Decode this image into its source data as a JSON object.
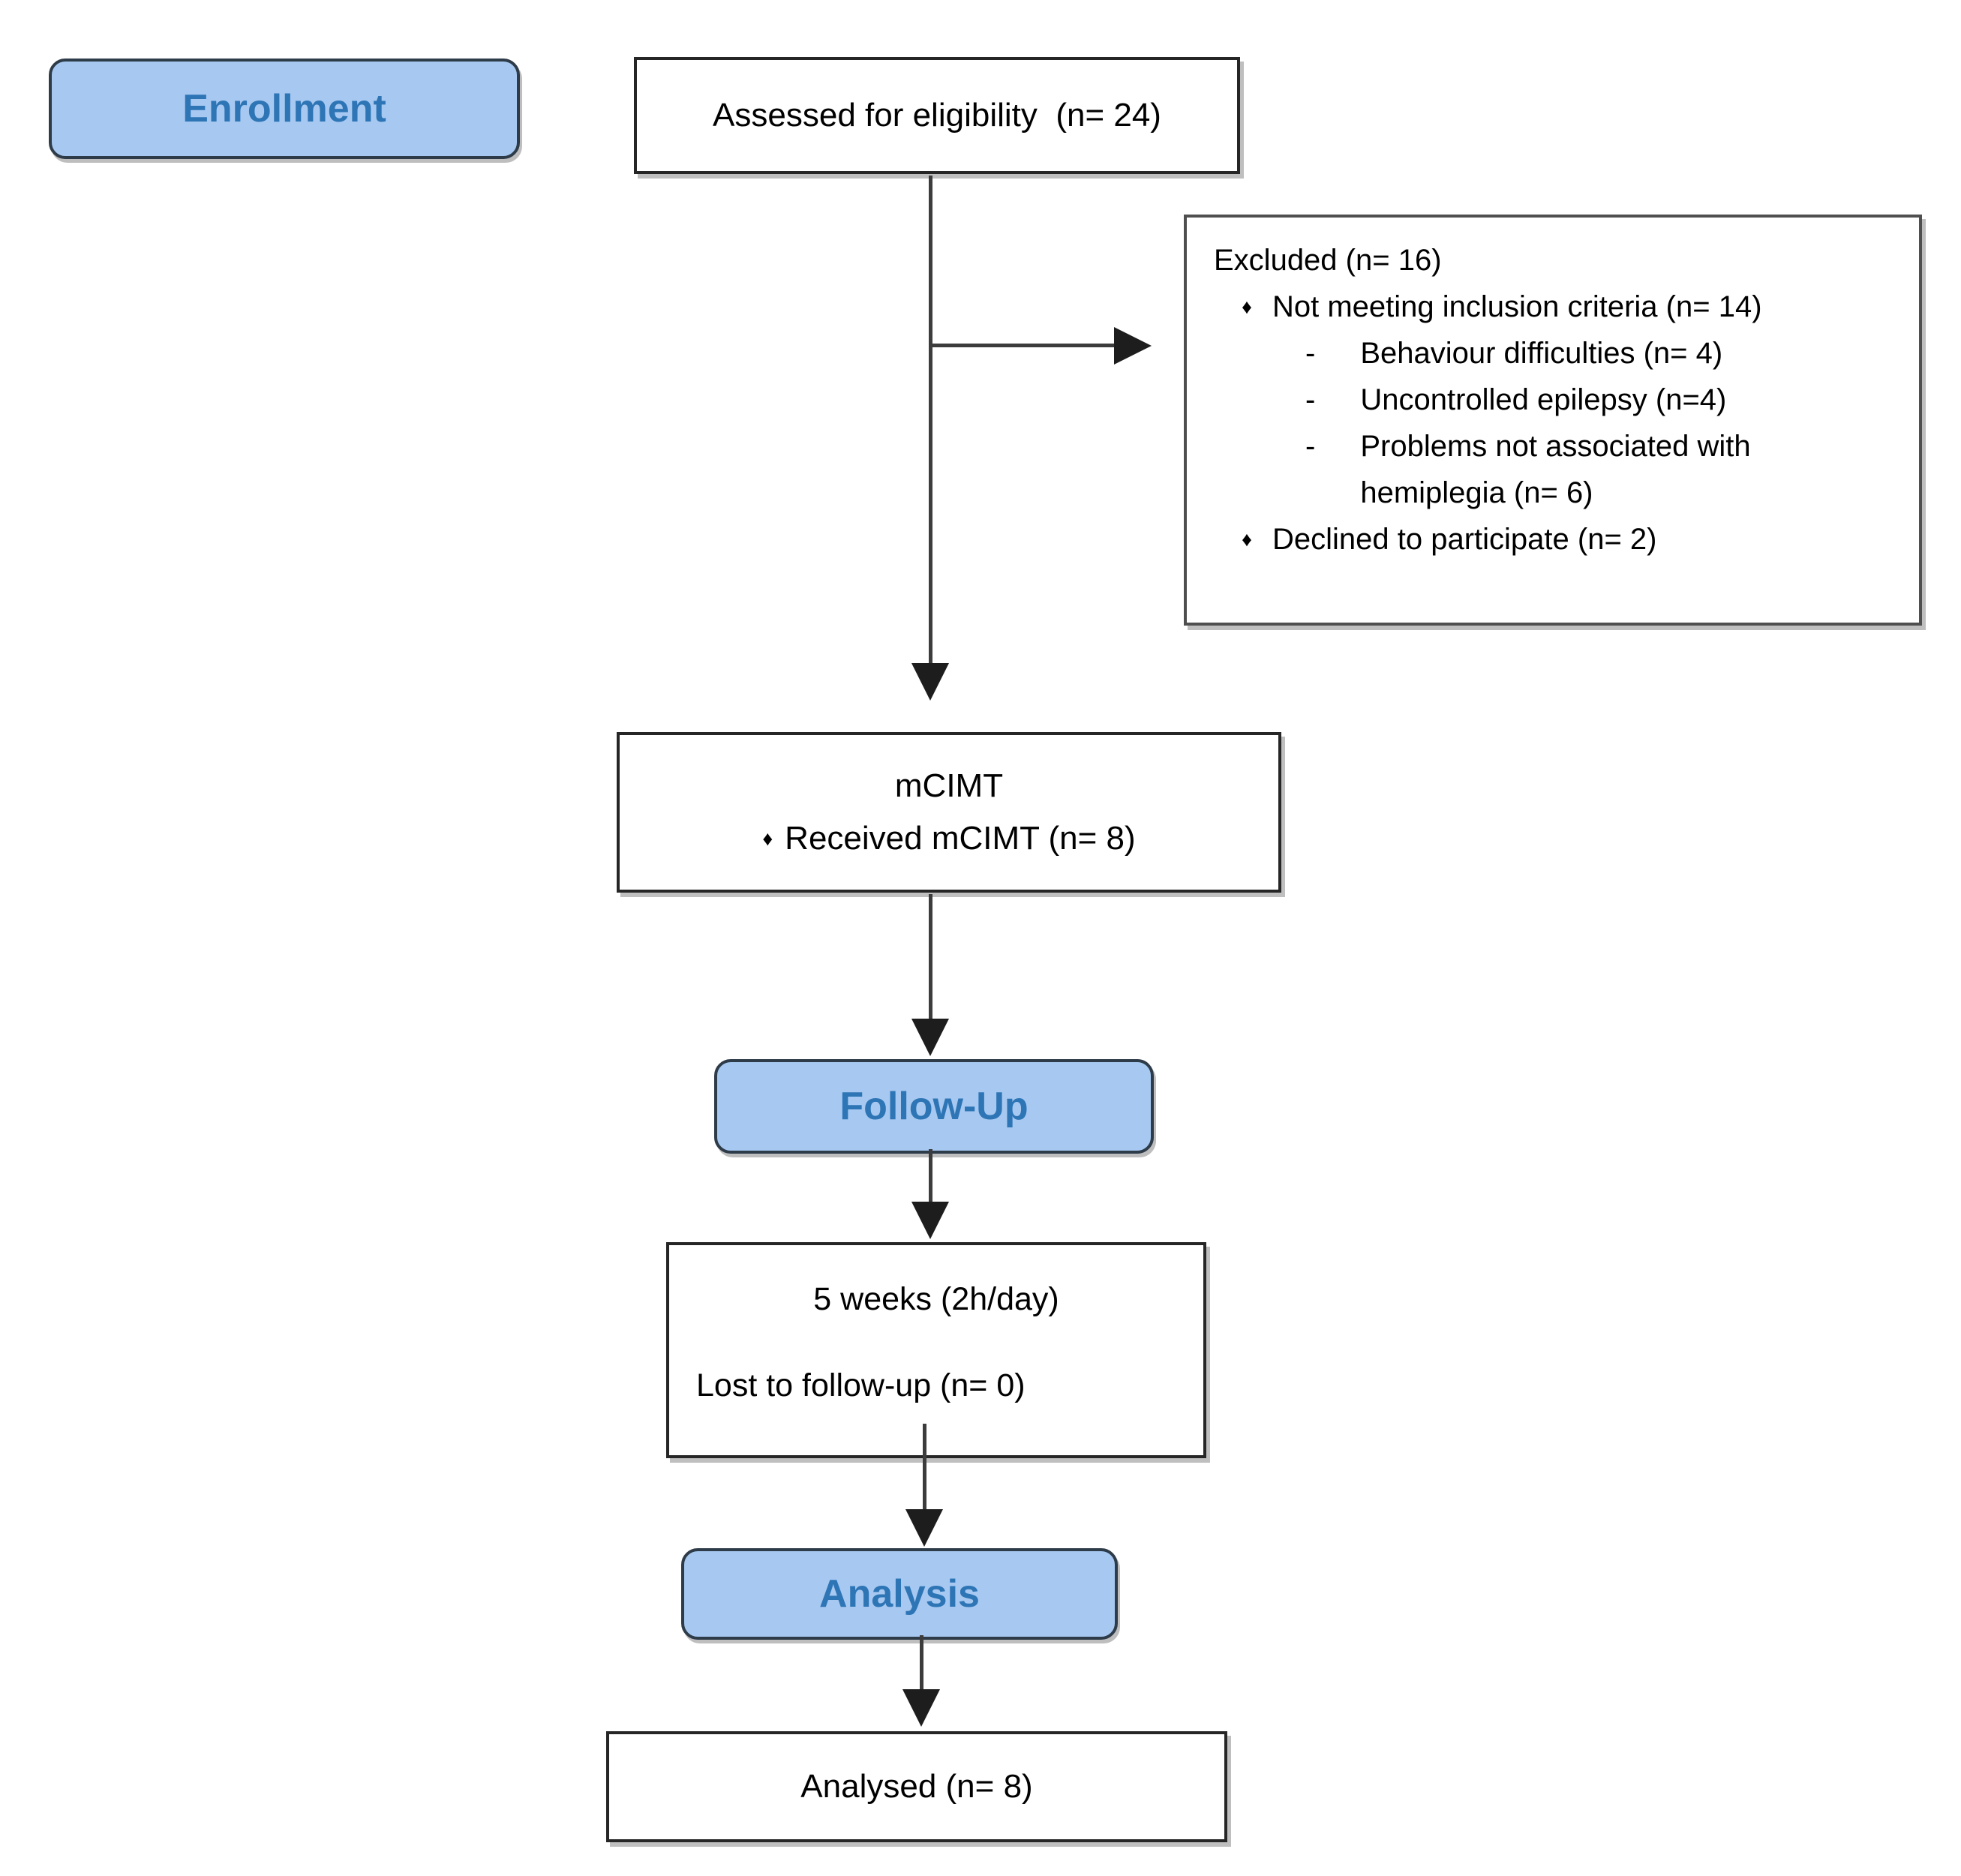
{
  "colors": {
    "background": "#ffffff",
    "phase_fill": "#a7c9f1",
    "phase_text": "#2e75b6",
    "phase_border": "#2e3b49",
    "box_border": "#262626",
    "excluded_border": "#4f4f4f",
    "arrow": "#3c3c3c",
    "arrow_head": "#1d1d1d",
    "body_text": "#000000"
  },
  "phases": {
    "enrollment": "Enrollment",
    "followup": "Follow-Up",
    "analysis": "Analysis"
  },
  "boxes": {
    "assessed": "Assessed for eligibility  (n= 24)",
    "excluded": {
      "title": "Excluded (n= 16)",
      "bullet_char": "♦",
      "dash_char": "-",
      "not_meeting": "Not meeting inclusion criteria (n= 14)",
      "sub1": "Behaviour difficulties (n= 4)",
      "sub2": "Uncontrolled epilepsy (n=4)",
      "sub3": "Problems not associated with hemiplegia (n= 6)",
      "declined": "Declined to participate (n= 2)"
    },
    "mcimt": {
      "title": "mCIMT",
      "bullet_char": "♦",
      "received": "Received mCIMT (n= 8)"
    },
    "weeks": {
      "line1": "5 weeks (2h/day)",
      "line2": "Lost to follow-up (n= 0)"
    },
    "analysed": "Analysed (n= 8)"
  }
}
